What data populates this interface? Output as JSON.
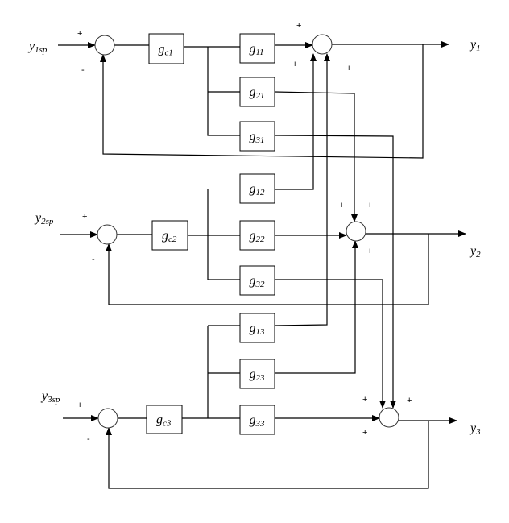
{
  "signals": {
    "y1sp": {
      "base": "y",
      "sub": "1sp"
    },
    "y2sp": {
      "base": "y",
      "sub": "2sp"
    },
    "y3sp": {
      "base": "y",
      "sub": "3sp"
    },
    "y1": {
      "base": "y",
      "sub": "1"
    },
    "y2": {
      "base": "y",
      "sub": "2"
    },
    "y3": {
      "base": "y",
      "sub": "3"
    }
  },
  "blocks": {
    "gc1": {
      "base": "g",
      "sub": "c1"
    },
    "gc2": {
      "base": "g",
      "sub": "c2"
    },
    "gc3": {
      "base": "g",
      "sub": "c3"
    },
    "g11": {
      "base": "g",
      "sub": "11"
    },
    "g21": {
      "base": "g",
      "sub": "21"
    },
    "g31": {
      "base": "g",
      "sub": "31"
    },
    "g12": {
      "base": "g",
      "sub": "12"
    },
    "g22": {
      "base": "g",
      "sub": "22"
    },
    "g32": {
      "base": "g",
      "sub": "32"
    },
    "g13": {
      "base": "g",
      "sub": "13"
    },
    "g23": {
      "base": "g",
      "sub": "23"
    },
    "g33": {
      "base": "g",
      "sub": "33"
    }
  },
  "signs": {
    "plus": "+",
    "minus": "-"
  }
}
